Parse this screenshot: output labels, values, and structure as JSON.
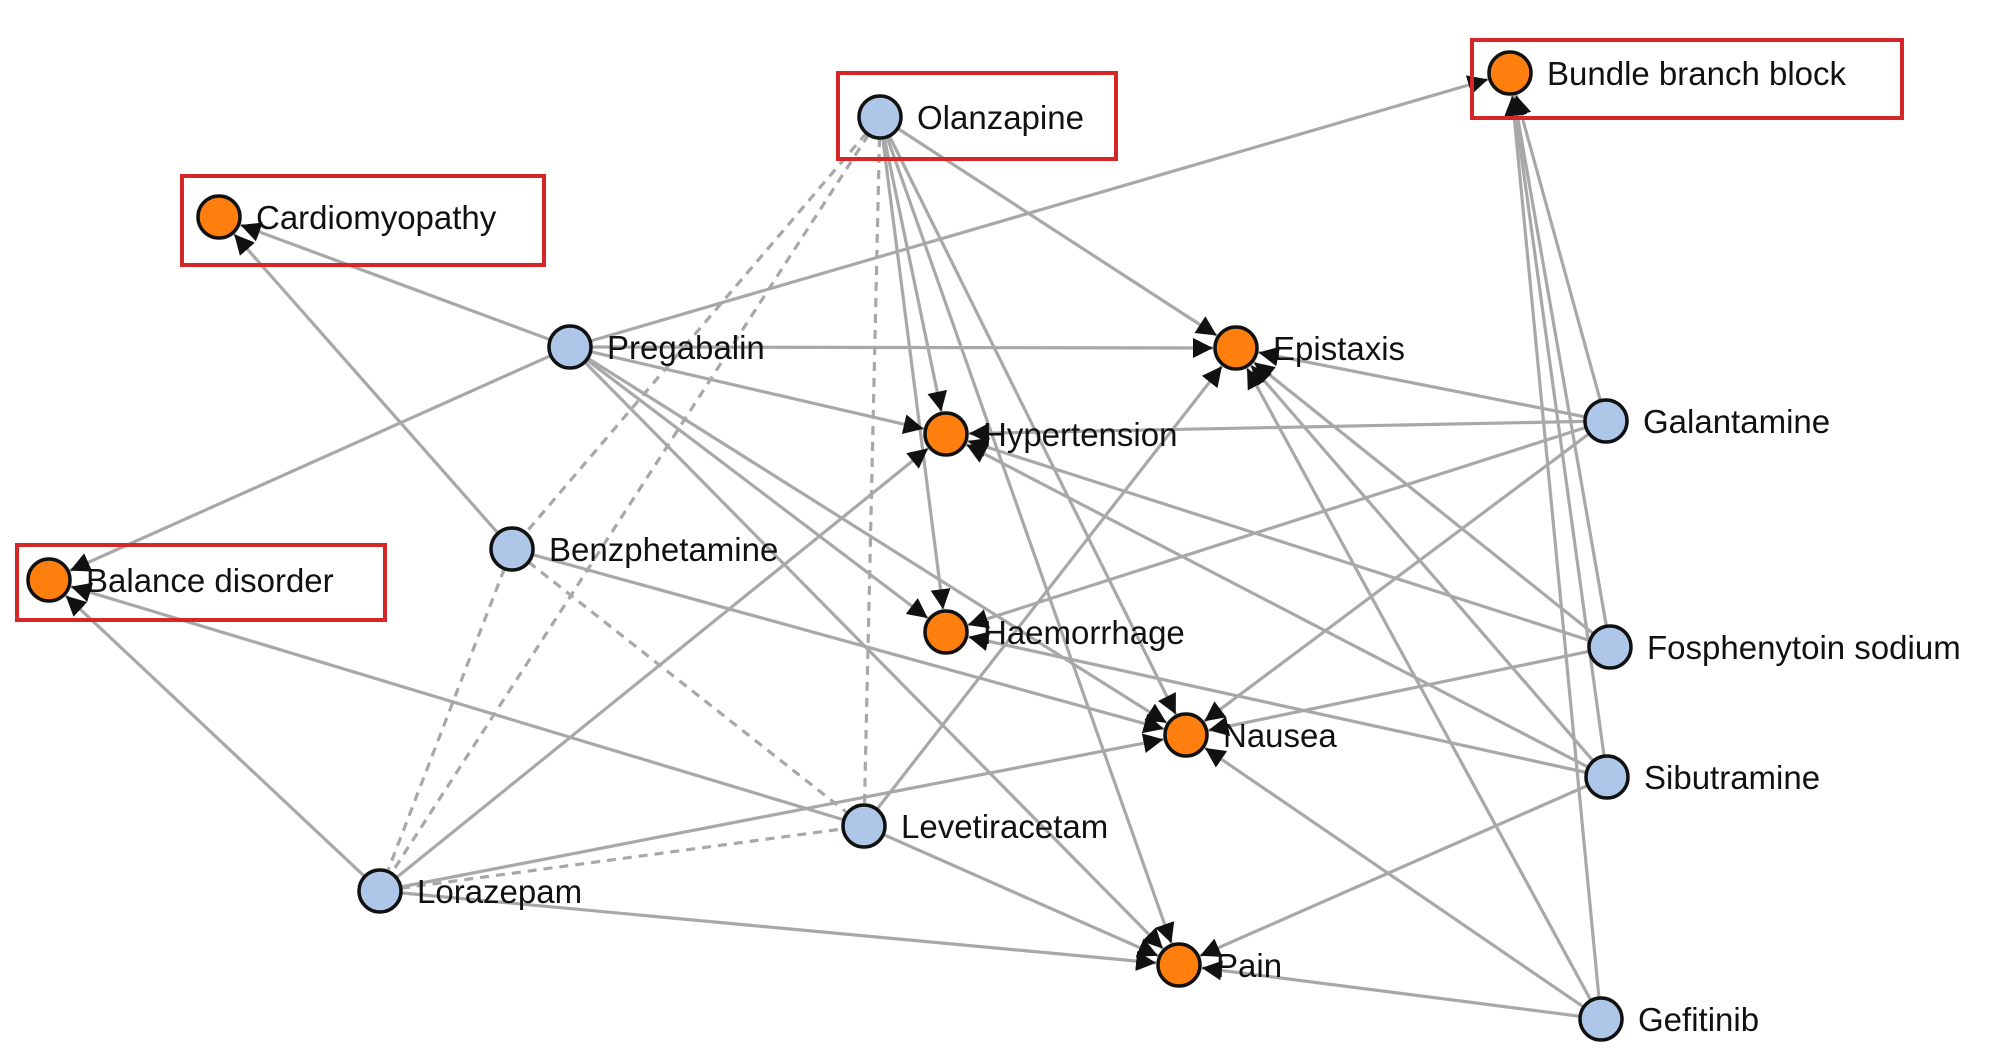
{
  "colors": {
    "drug_node": "#aec7e8",
    "adverse_event_node": "#ff7f0e",
    "edge": "#a8a8a8",
    "highlight_box": "#d62728"
  },
  "nodes": [
    {
      "id": "olanzapine",
      "label": "Olanzapine",
      "kind": "drug",
      "highlighted": true
    },
    {
      "id": "bundle_branch_block",
      "label": "Bundle branch block",
      "kind": "event",
      "highlighted": true
    },
    {
      "id": "cardiomyopathy",
      "label": "Cardiomyopathy",
      "kind": "event",
      "highlighted": true
    },
    {
      "id": "pregabalin",
      "label": "Pregabalin",
      "kind": "drug",
      "highlighted": false
    },
    {
      "id": "epistaxis",
      "label": "Epistaxis",
      "kind": "event",
      "highlighted": false
    },
    {
      "id": "hypertension",
      "label": "Hypertension",
      "kind": "event",
      "highlighted": false
    },
    {
      "id": "galantamine",
      "label": "Galantamine",
      "kind": "drug",
      "highlighted": false
    },
    {
      "id": "benzphetamine",
      "label": "Benzphetamine",
      "kind": "drug",
      "highlighted": false
    },
    {
      "id": "balance_disorder",
      "label": "Balance disorder",
      "kind": "event",
      "highlighted": true
    },
    {
      "id": "haemorrhage",
      "label": "Haemorrhage",
      "kind": "event",
      "highlighted": false
    },
    {
      "id": "fosphenytoin",
      "label": "Fosphenytoin sodium",
      "kind": "drug",
      "highlighted": false
    },
    {
      "id": "nausea",
      "label": "Nausea",
      "kind": "event",
      "highlighted": false
    },
    {
      "id": "sibutramine",
      "label": "Sibutramine",
      "kind": "drug",
      "highlighted": false
    },
    {
      "id": "levetiracetam",
      "label": "Levetiracetam",
      "kind": "drug",
      "highlighted": false
    },
    {
      "id": "lorazepam",
      "label": "Lorazepam",
      "kind": "drug",
      "highlighted": false
    },
    {
      "id": "pain",
      "label": "Pain",
      "kind": "event",
      "highlighted": false
    },
    {
      "id": "gefitinib",
      "label": "Gefitinib",
      "kind": "drug",
      "highlighted": false
    }
  ],
  "edges": [
    {
      "source": "olanzapine",
      "target": "epistaxis",
      "style": "solid",
      "directed": true
    },
    {
      "source": "olanzapine",
      "target": "hypertension",
      "style": "solid",
      "directed": true
    },
    {
      "source": "olanzapine",
      "target": "haemorrhage",
      "style": "solid",
      "directed": true
    },
    {
      "source": "olanzapine",
      "target": "nausea",
      "style": "solid",
      "directed": true
    },
    {
      "source": "olanzapine",
      "target": "pain",
      "style": "solid",
      "directed": true
    },
    {
      "source": "olanzapine",
      "target": "benzphetamine",
      "style": "dashed",
      "directed": false
    },
    {
      "source": "olanzapine",
      "target": "lorazepam",
      "style": "dashed",
      "directed": false
    },
    {
      "source": "olanzapine",
      "target": "levetiracetam",
      "style": "dashed",
      "directed": false
    },
    {
      "source": "pregabalin",
      "target": "cardiomyopathy",
      "style": "solid",
      "directed": true
    },
    {
      "source": "pregabalin",
      "target": "bundle_branch_block",
      "style": "solid",
      "directed": true
    },
    {
      "source": "pregabalin",
      "target": "epistaxis",
      "style": "solid",
      "directed": true
    },
    {
      "source": "pregabalin",
      "target": "hypertension",
      "style": "solid",
      "directed": true
    },
    {
      "source": "pregabalin",
      "target": "haemorrhage",
      "style": "solid",
      "directed": true
    },
    {
      "source": "pregabalin",
      "target": "balance_disorder",
      "style": "solid",
      "directed": true
    },
    {
      "source": "pregabalin",
      "target": "nausea",
      "style": "solid",
      "directed": true
    },
    {
      "source": "pregabalin",
      "target": "pain",
      "style": "solid",
      "directed": true
    },
    {
      "source": "benzphetamine",
      "target": "cardiomyopathy",
      "style": "solid",
      "directed": true
    },
    {
      "source": "benzphetamine",
      "target": "nausea",
      "style": "solid",
      "directed": true
    },
    {
      "source": "benzphetamine",
      "target": "lorazepam",
      "style": "dashed",
      "directed": false
    },
    {
      "source": "benzphetamine",
      "target": "levetiracetam",
      "style": "dashed",
      "directed": false
    },
    {
      "source": "galantamine",
      "target": "epistaxis",
      "style": "solid",
      "directed": true
    },
    {
      "source": "galantamine",
      "target": "hypertension",
      "style": "solid",
      "directed": true
    },
    {
      "source": "galantamine",
      "target": "haemorrhage",
      "style": "solid",
      "directed": true
    },
    {
      "source": "galantamine",
      "target": "nausea",
      "style": "solid",
      "directed": true
    },
    {
      "source": "galantamine",
      "target": "bundle_branch_block",
      "style": "solid",
      "directed": true
    },
    {
      "source": "fosphenytoin",
      "target": "hypertension",
      "style": "solid",
      "directed": true
    },
    {
      "source": "fosphenytoin",
      "target": "epistaxis",
      "style": "solid",
      "directed": true
    },
    {
      "source": "fosphenytoin",
      "target": "nausea",
      "style": "solid",
      "directed": true
    },
    {
      "source": "fosphenytoin",
      "target": "bundle_branch_block",
      "style": "solid",
      "directed": true
    },
    {
      "source": "sibutramine",
      "target": "hypertension",
      "style": "solid",
      "directed": true
    },
    {
      "source": "sibutramine",
      "target": "haemorrhage",
      "style": "solid",
      "directed": true
    },
    {
      "source": "sibutramine",
      "target": "epistaxis",
      "style": "solid",
      "directed": true
    },
    {
      "source": "sibutramine",
      "target": "pain",
      "style": "solid",
      "directed": true
    },
    {
      "source": "sibutramine",
      "target": "bundle_branch_block",
      "style": "solid",
      "directed": true
    },
    {
      "source": "gefitinib",
      "target": "epistaxis",
      "style": "solid",
      "directed": true
    },
    {
      "source": "gefitinib",
      "target": "nausea",
      "style": "solid",
      "directed": true
    },
    {
      "source": "gefitinib",
      "target": "pain",
      "style": "solid",
      "directed": true
    },
    {
      "source": "gefitinib",
      "target": "bundle_branch_block",
      "style": "solid",
      "directed": true
    },
    {
      "source": "levetiracetam",
      "target": "balance_disorder",
      "style": "solid",
      "directed": true
    },
    {
      "source": "levetiracetam",
      "target": "epistaxis",
      "style": "solid",
      "directed": true
    },
    {
      "source": "levetiracetam",
      "target": "pain",
      "style": "solid",
      "directed": true
    },
    {
      "source": "lorazepam",
      "target": "balance_disorder",
      "style": "solid",
      "directed": true
    },
    {
      "source": "lorazepam",
      "target": "hypertension",
      "style": "solid",
      "directed": true
    },
    {
      "source": "lorazepam",
      "target": "nausea",
      "style": "solid",
      "directed": true
    },
    {
      "source": "lorazepam",
      "target": "pain",
      "style": "solid",
      "directed": true
    },
    {
      "source": "lorazepam",
      "target": "levetiracetam",
      "style": "dashed",
      "directed": false
    }
  ]
}
